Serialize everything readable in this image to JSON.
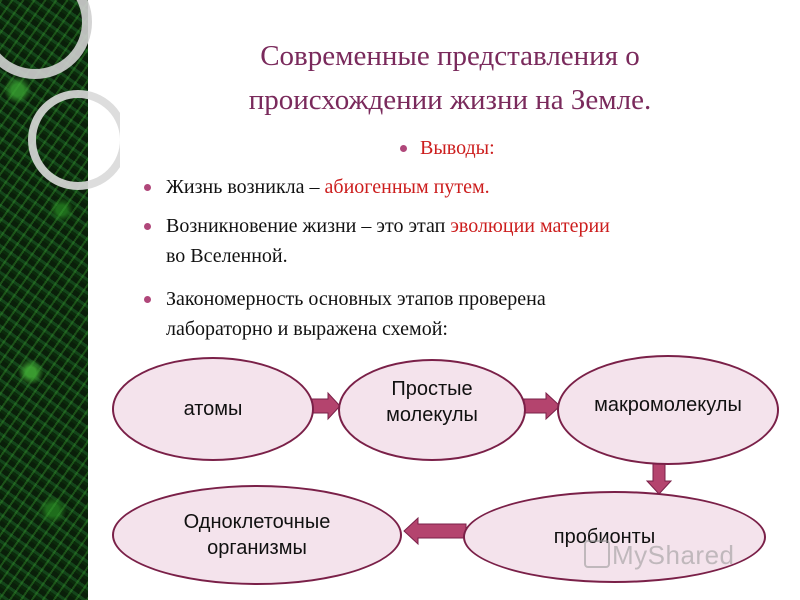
{
  "slide": {
    "title_line1": "Современные представления о",
    "title_line2": "происхождении жизни на Земле.",
    "conclusions_label": "Выводы:",
    "bullets": [
      {
        "text": "Жизнь возникла – ",
        "highlight": "абиогенным путем."
      },
      {
        "text": "Возникновение жизни – это этап ",
        "highlight": "эволюции материи",
        "text2": "во Вселенной."
      },
      {
        "text": "Закономерность основных этапов проверена",
        "text2": "лабораторно и выражена схемой:"
      }
    ]
  },
  "diagram": {
    "nodes": [
      {
        "id": "atoms",
        "label": "атомы"
      },
      {
        "id": "simple",
        "label_line1": "Простые",
        "label_line2": "молекулы"
      },
      {
        "id": "macro",
        "label": "макромолекулы"
      },
      {
        "id": "probionts",
        "label": "пробионты"
      },
      {
        "id": "unicellular",
        "label_line1": "Одноклеточные",
        "label_line2": "организмы"
      }
    ],
    "edges": [
      [
        "atoms",
        "simple"
      ],
      [
        "simple",
        "macro"
      ],
      [
        "macro",
        "probionts"
      ],
      [
        "probionts",
        "unicellular"
      ]
    ]
  },
  "colors": {
    "title": "#7a2a5c",
    "highlight": "#cc1d1d",
    "node_fill": "#f4e3ec",
    "node_border": "#7a2048",
    "arrow": "#b4446e"
  },
  "watermark": "MyShared"
}
